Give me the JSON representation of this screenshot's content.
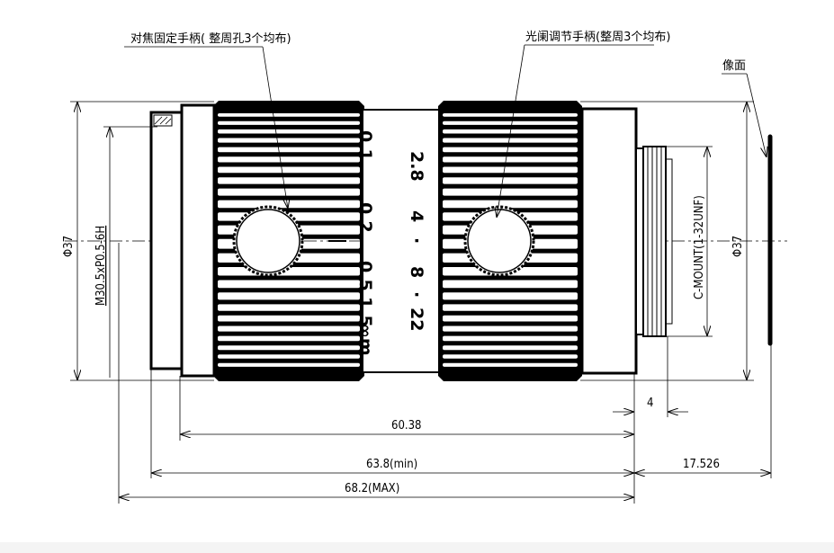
{
  "labels": {
    "focus_handle": "对焦固定手柄( 整周孔3个均布)",
    "iris_handle": "光阑调节手柄(整周3个均布)",
    "image_plane": "像面"
  },
  "dimensions": {
    "front_diameter": "Φ37",
    "front_thread": "M30.5xP0.5-6H",
    "rear_diameter": "Φ37",
    "mount": "C-MOUNT(1-32UNF)",
    "mount_length": "4",
    "body_length": "60.38",
    "min_length": "63.8(min)",
    "max_length": "68.2(MAX)",
    "flange_back": "17.526"
  },
  "focus_scale": [
    "0.1",
    "0.2",
    "0.5",
    "1.5",
    "∞m"
  ],
  "iris_scale": [
    "2.8",
    "4",
    "·",
    "8",
    "·",
    "22"
  ]
}
